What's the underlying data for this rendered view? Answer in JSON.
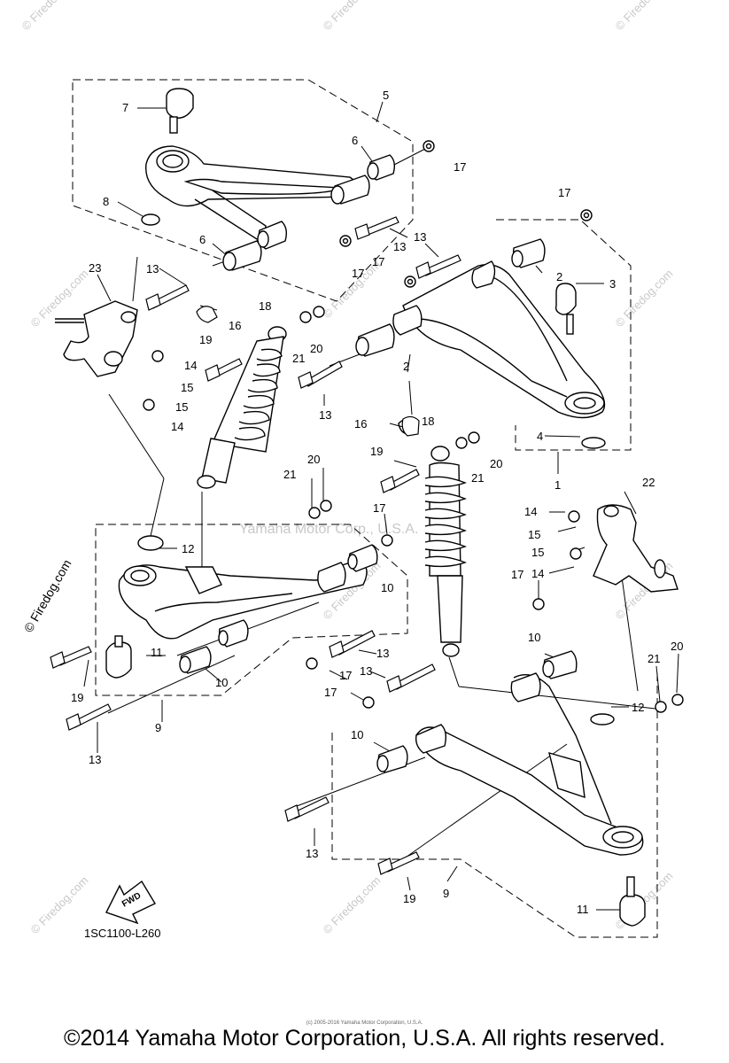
{
  "part_numbers": [
    "1",
    "2",
    "3",
    "4",
    "5",
    "6",
    "7",
    "8",
    "9",
    "10",
    "11",
    "12",
    "13",
    "14",
    "15",
    "16",
    "17",
    "18",
    "19",
    "20",
    "21",
    "22",
    "23"
  ],
  "diagram_code": "1SC1100-L260",
  "fwd_label": "FWD",
  "watermark_text": "Yamaha Motor Corp., U.S.A.",
  "firedog_watermark": "© Firedog.com",
  "tiny_copyright": "(c) 2005-2016 Yamaha Motor Corporation, U.S.A.",
  "copyright": "©2014 Yamaha Motor Corporation, U.S.A. All rights reserved."
}
